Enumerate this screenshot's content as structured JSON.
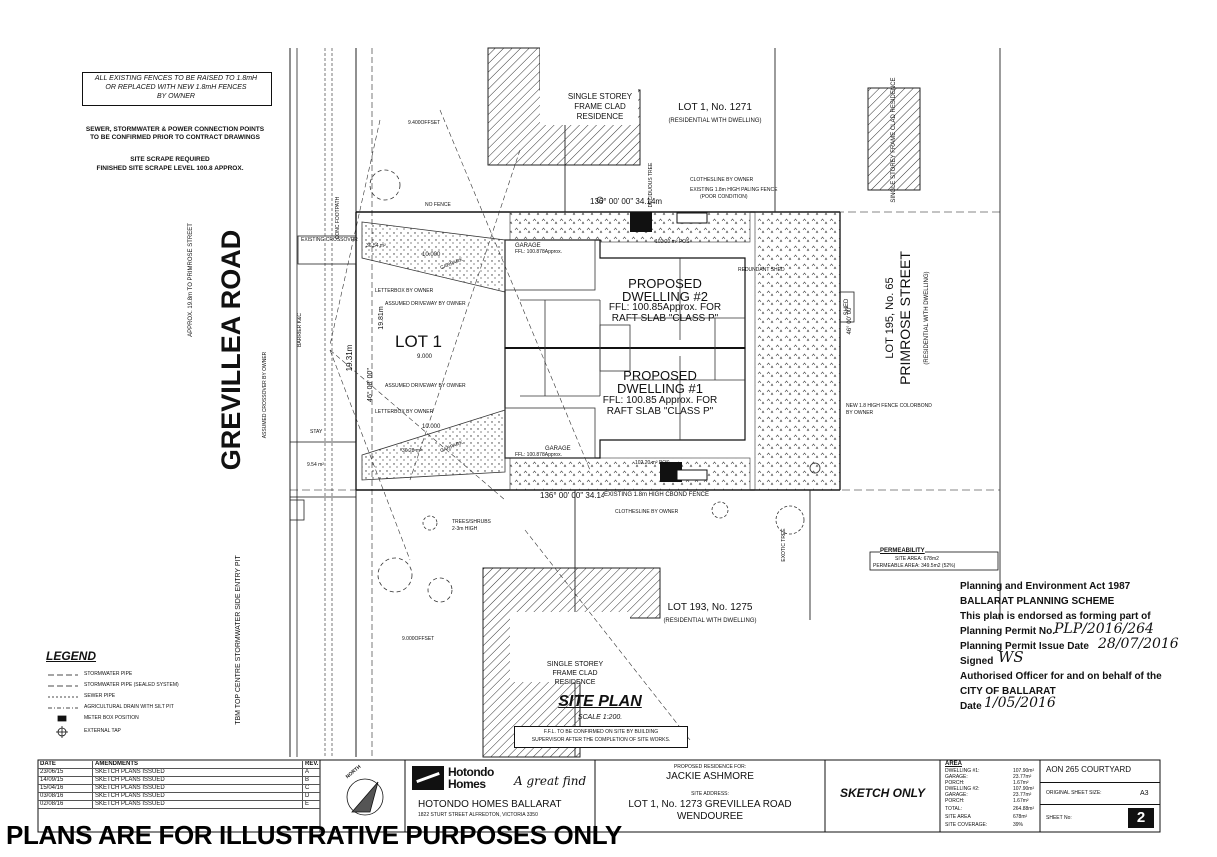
{
  "notes": {
    "fences_1": "ALL EXISTING FENCES TO BE RAISED TO 1.8mH",
    "fences_2": "OR REPLACED WITH NEW 1.8mH FENCES",
    "fences_3": "BY OWNER",
    "sewer_1": "SEWER, STORMWATER & POWER CONNECTION POINTS",
    "sewer_2": "TO BE CONFIRMED PRIOR TO CONTRACT DRAWINGS",
    "scrape_1": "SITE SCRAPE REQUIRED",
    "scrape_2": "FINISHED SITE SCRAPE LEVEL 100.8 APPROX."
  },
  "roads": {
    "grevillea": "GREVILLEA ROAD",
    "primrose": "PRIMROSE STREET",
    "lot195_1": "LOT 195, No. 65",
    "lot195_2": "(RESIDENTIAL WITH DWELLING)"
  },
  "neighbours": {
    "lot1271": "LOT 1, No. 1271",
    "lot1271_sub": "(RESIDENTIAL WITH DWELLING)",
    "lot1275": "LOT 193, No. 1275",
    "lot1275_sub": "(RESIDENTIAL WITH DWELLING)",
    "res_top_1": "SINGLE STOREY",
    "res_top_2": "FRAME CLAD",
    "res_top_3": "RESIDENCE",
    "res_bot_1": "SINGLE STOREY",
    "res_bot_2": "FRAME CLAD",
    "res_bot_3": "RESIDENCE",
    "res_right": "SINGLE STOREY FRAME CLAD RESIDENCE"
  },
  "site": {
    "lot1": "LOT 1",
    "dw2_1": "PROPOSED",
    "dw2_2": "DWELLING #2",
    "dw2_3": "FFL: 100.85Approx. FOR",
    "dw2_4": "RAFT SLAB \"CLASS P\"",
    "dw1_1": "PROPOSED",
    "dw1_2": "DWELLING #1",
    "dw1_3": "FFL: 100.85 Approx. FOR",
    "dw1_4": "RAFT SLAB \"CLASS P\"",
    "bearing_top": "136° 00' 00\"  34.14m",
    "bearing_bot": "136° 00' 00\"  34.14m",
    "garage_top": "GARAGE",
    "garage_top_ffl": "FFL: 100.878Approx.",
    "garage_bot": "GARAGE",
    "garage_bot_ffl": "FFL: 100.878Approx.",
    "pos_top": "102.20 m² POS",
    "pos_bot": "102.20 m² POS",
    "letterbox_1": "LETTERBOX BY OWNER",
    "letterbox_2": "LETTERBOX BY OWNER",
    "driveway_1": "ASSUMED DRIVEWAY BY OWNER",
    "driveway_2": "ASSUMED DRIVEWAY BY OWNER",
    "carpark_1": "CARPARK",
    "carpark_2": "CARPARK",
    "clothesline_top": "CLOTHESLINE BY OWNER",
    "clothesline_bot": "CLOTHESLINE BY OWNER",
    "paling_1": "EXISTING 1.8m HIGH PALING FENCE",
    "paling_2": "(POOR CONDITION)",
    "redundant_shed": "REDUNDANT SHED",
    "new_fence_1": "NEW 1.8 HIGH FENCE COLORBOND",
    "new_fence_2": "BY OWNER",
    "bottom_fence": "EXISTING 1.8m HIGH CBOND FENCE",
    "trees": "TREES/SHRUBS",
    "trees_2": "2-3m HIGH",
    "no_fence": "NO FENCE",
    "offset_top": "9.400OFFSET",
    "offset_bot": "9.000OFFSET",
    "crossover": "EXISTING CROSSOVER",
    "assumed_crossover": "ASSUMED CROSSOVER BY OWNER",
    "footpath": "CONC FOOTPATH",
    "barrier": "BARRIER K&C",
    "approx_primrose": "APPROX. 19.8m TO PRIMROSE STREET",
    "tbm": "TBM TOP CENTRE STORMWATER SIDE ENTRY PIT",
    "dim_1931": "19.31m",
    "dim_1981": "19.81m",
    "dim_9000": "9.000",
    "dim_10000a": "10.000",
    "dim_10000b": "10.000",
    "dim_3654": "36.54 m²",
    "dim_3628": "*36.28 m²",
    "dim_954": "9.54 m²",
    "angle_left": "46° 00' 00\"",
    "angle_right": "46° 00' 00\"",
    "shed": "SHED",
    "stay": "STAY",
    "ex_tree": "EXOTIC TREE",
    "dec_tree": "DECIDUOUS TREE"
  },
  "permeability": {
    "title": "PERMEABILITY",
    "line1": "SITE AREA: 678m2",
    "line2": "PERMEABLE AREA: 349.5m2 (52%)"
  },
  "planning": {
    "l1": "Planning and Environment Act 1987",
    "l2": "BALLARAT PLANNING SCHEME",
    "l3": "This plan is endorsed as forming part of",
    "l4": "Planning Permit No.",
    "l4_hand": "PLP/2016/264",
    "l5": "Planning Permit Issue Date",
    "l5_hand": "28/07/2016",
    "l6": "Signed",
    "l6_hand": "WS",
    "l7": "Authorised Officer for and on behalf of the",
    "l8": "CITY OF BALLARAT",
    "l9": "Date",
    "l9_hand": "1/05/2016"
  },
  "site_plan": {
    "title": "SITE PLAN",
    "scale": "SCALE 1:200.",
    "ffl_1": "F.F.L. TO BE CONFIRMED ON SITE BY BUILDING",
    "ffl_2": "SUPERVISOR AFTER THE COMPLETION OF SITE WORKS."
  },
  "legend": {
    "title": "LEGEND",
    "items": [
      "STORMWATER PIPE",
      "STORMWATER PIPE (SEALED SYSTEM)",
      "SEWER PIPE",
      "AGRICULTURAL DRAIN WITH SILT PIT",
      "METER BOX POSITION",
      "EXTERNAL TAP"
    ]
  },
  "titleblock": {
    "h_date": "DATE",
    "h_amend": "AMENDMENTS",
    "h_rev": "REV.",
    "rows": [
      {
        "date": "23/06/15",
        "amend": "SKETCH PLANS ISSUED",
        "rev": "A"
      },
      {
        "date": "14/09/15",
        "amend": "SKETCH PLANS ISSUED",
        "rev": "B"
      },
      {
        "date": "15/04/16",
        "amend": "SKETCH PLANS ISSUED",
        "rev": "C"
      },
      {
        "date": "03/08/16",
        "amend": "SKETCH PLANS ISSUED",
        "rev": "D"
      },
      {
        "date": "02/08/16",
        "amend": "SKETCH PLANS ISSUED",
        "rev": "E"
      }
    ],
    "north": "NORTH",
    "brand_1": "Hotondo",
    "brand_2": "Homes",
    "tagline": "A great find",
    "company": "HOTONDO HOMES BALLARAT",
    "address": "1822 STURT STREET ALFREDTON, VICTORIA 3350",
    "proposed_for": "PROPOSED RESIDENCE FOR:",
    "client": "JACKIE ASHMORE",
    "site_address_label": "SITE ADDRESS:",
    "site_address_1": "LOT 1, No. 1273 GREVILLEA ROAD",
    "site_address_2": "WENDOUREE",
    "sketch_only": "SKETCH ONLY",
    "area_title": "AREA",
    "areas": [
      {
        "label": "DWELLING #1:",
        "value": "107.90m²"
      },
      {
        "label": "GARAGE:",
        "value": "23.77m²"
      },
      {
        "label": "PORCH:",
        "value": "1.67m²"
      },
      {
        "label": "DWELLING #2:",
        "value": "107.90m²"
      },
      {
        "label": "GARAGE:",
        "value": "23.77m²"
      },
      {
        "label": "PORCH:",
        "value": "1.67m²"
      },
      {
        "label": "TOTAL:",
        "value": "264.88m²"
      },
      {
        "label": "SITE AREA",
        "value": "678m²"
      },
      {
        "label": "SITE COVERAGE:",
        "value": "39%"
      }
    ],
    "job": "AON 265 COURTYARD",
    "sheet_size_label": "ORIGINAL SHEET SIZE:",
    "sheet_size": "A3",
    "sheet_no_label": "SHEET No:",
    "sheet_no": "2"
  },
  "disclaimer": "PLANS ARE FOR ILLUSTRATIVE PURPOSES ONLY"
}
